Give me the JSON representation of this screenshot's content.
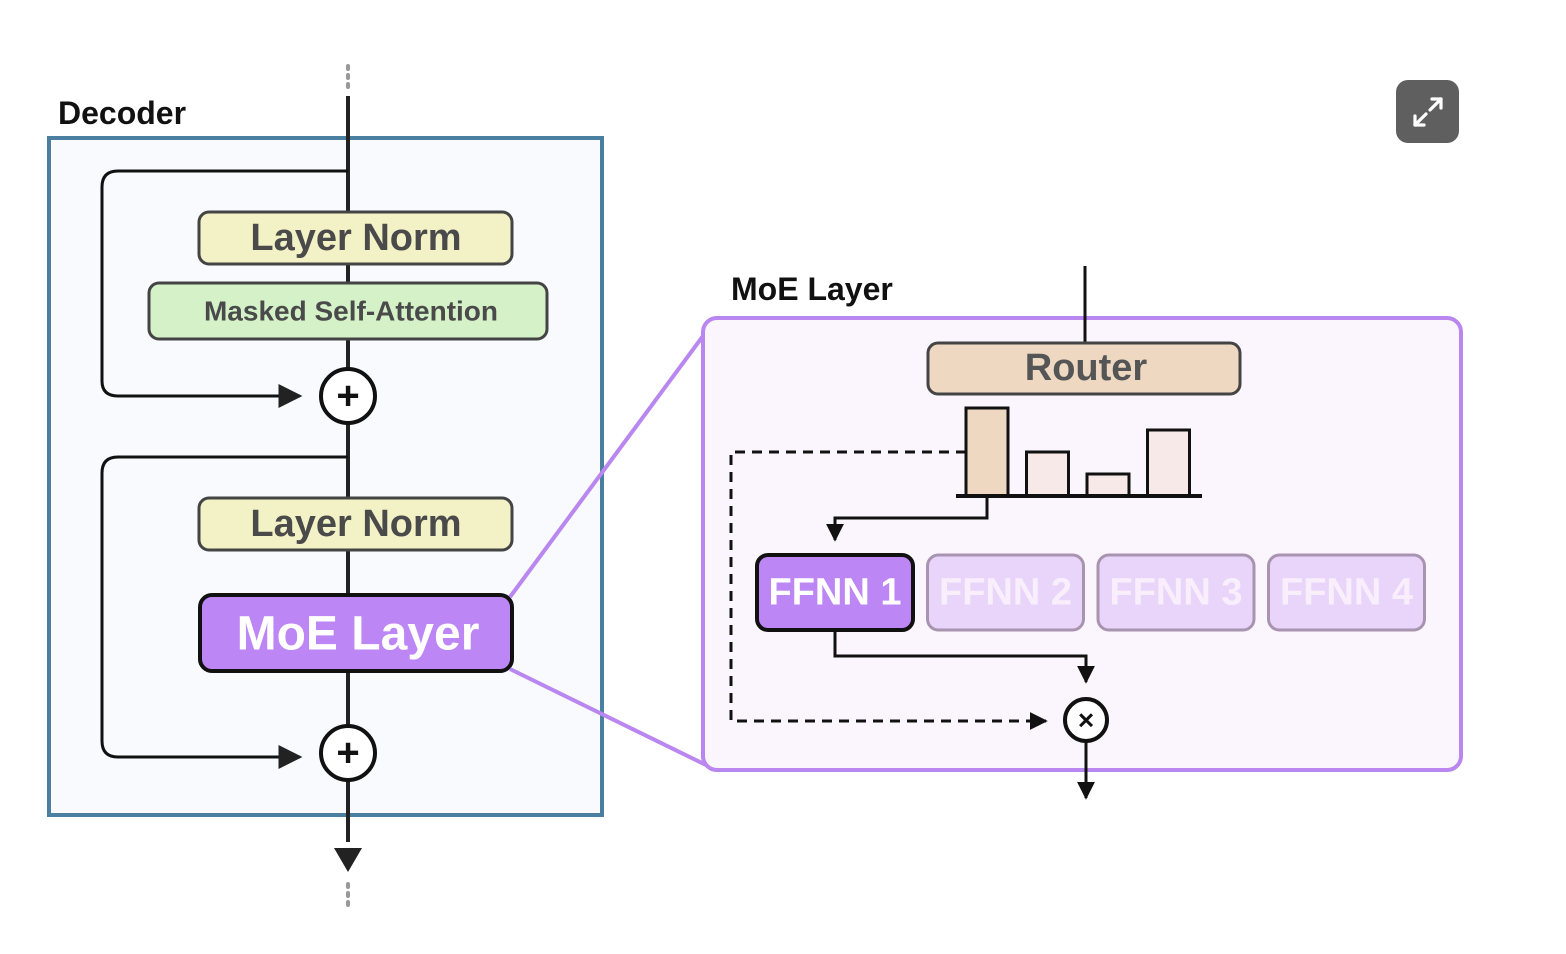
{
  "decoder": {
    "title": "Decoder",
    "layer_norm_1": "Layer Norm",
    "attention": "Masked Self-Attention",
    "layer_norm_2": "Layer Norm",
    "moe_layer": "MoE Layer",
    "add_symbol": "+"
  },
  "moe": {
    "title": "MoE Layer",
    "router": "Router",
    "router_distribution": [
      1.0,
      0.5,
      0.25,
      0.75
    ],
    "experts": [
      {
        "label": "FFNN 1",
        "active": true
      },
      {
        "label": "FFNN 2",
        "active": false
      },
      {
        "label": "FFNN 3",
        "active": false
      },
      {
        "label": "FFNN 4",
        "active": false
      }
    ],
    "multiply_symbol": "×"
  },
  "colors": {
    "decoder_border": "#4a7fa0",
    "decoder_bg": "#f8fafd",
    "layer_norm_fill": "#f3f2c6",
    "attention_fill": "#d4f1c8",
    "moe_fill": "#bd86f5",
    "moe_border": "#b987ef",
    "moe_bg": "#fbf6fd",
    "router_fill": "#eed8c2",
    "bar_selected": "#eed8c2",
    "bar_other": "#f7e9e8",
    "expert_inactive_fill": "#ead5fa",
    "expert_inactive_border": "#a894b0"
  },
  "controls": {
    "expand_icon": "expand-icon"
  }
}
